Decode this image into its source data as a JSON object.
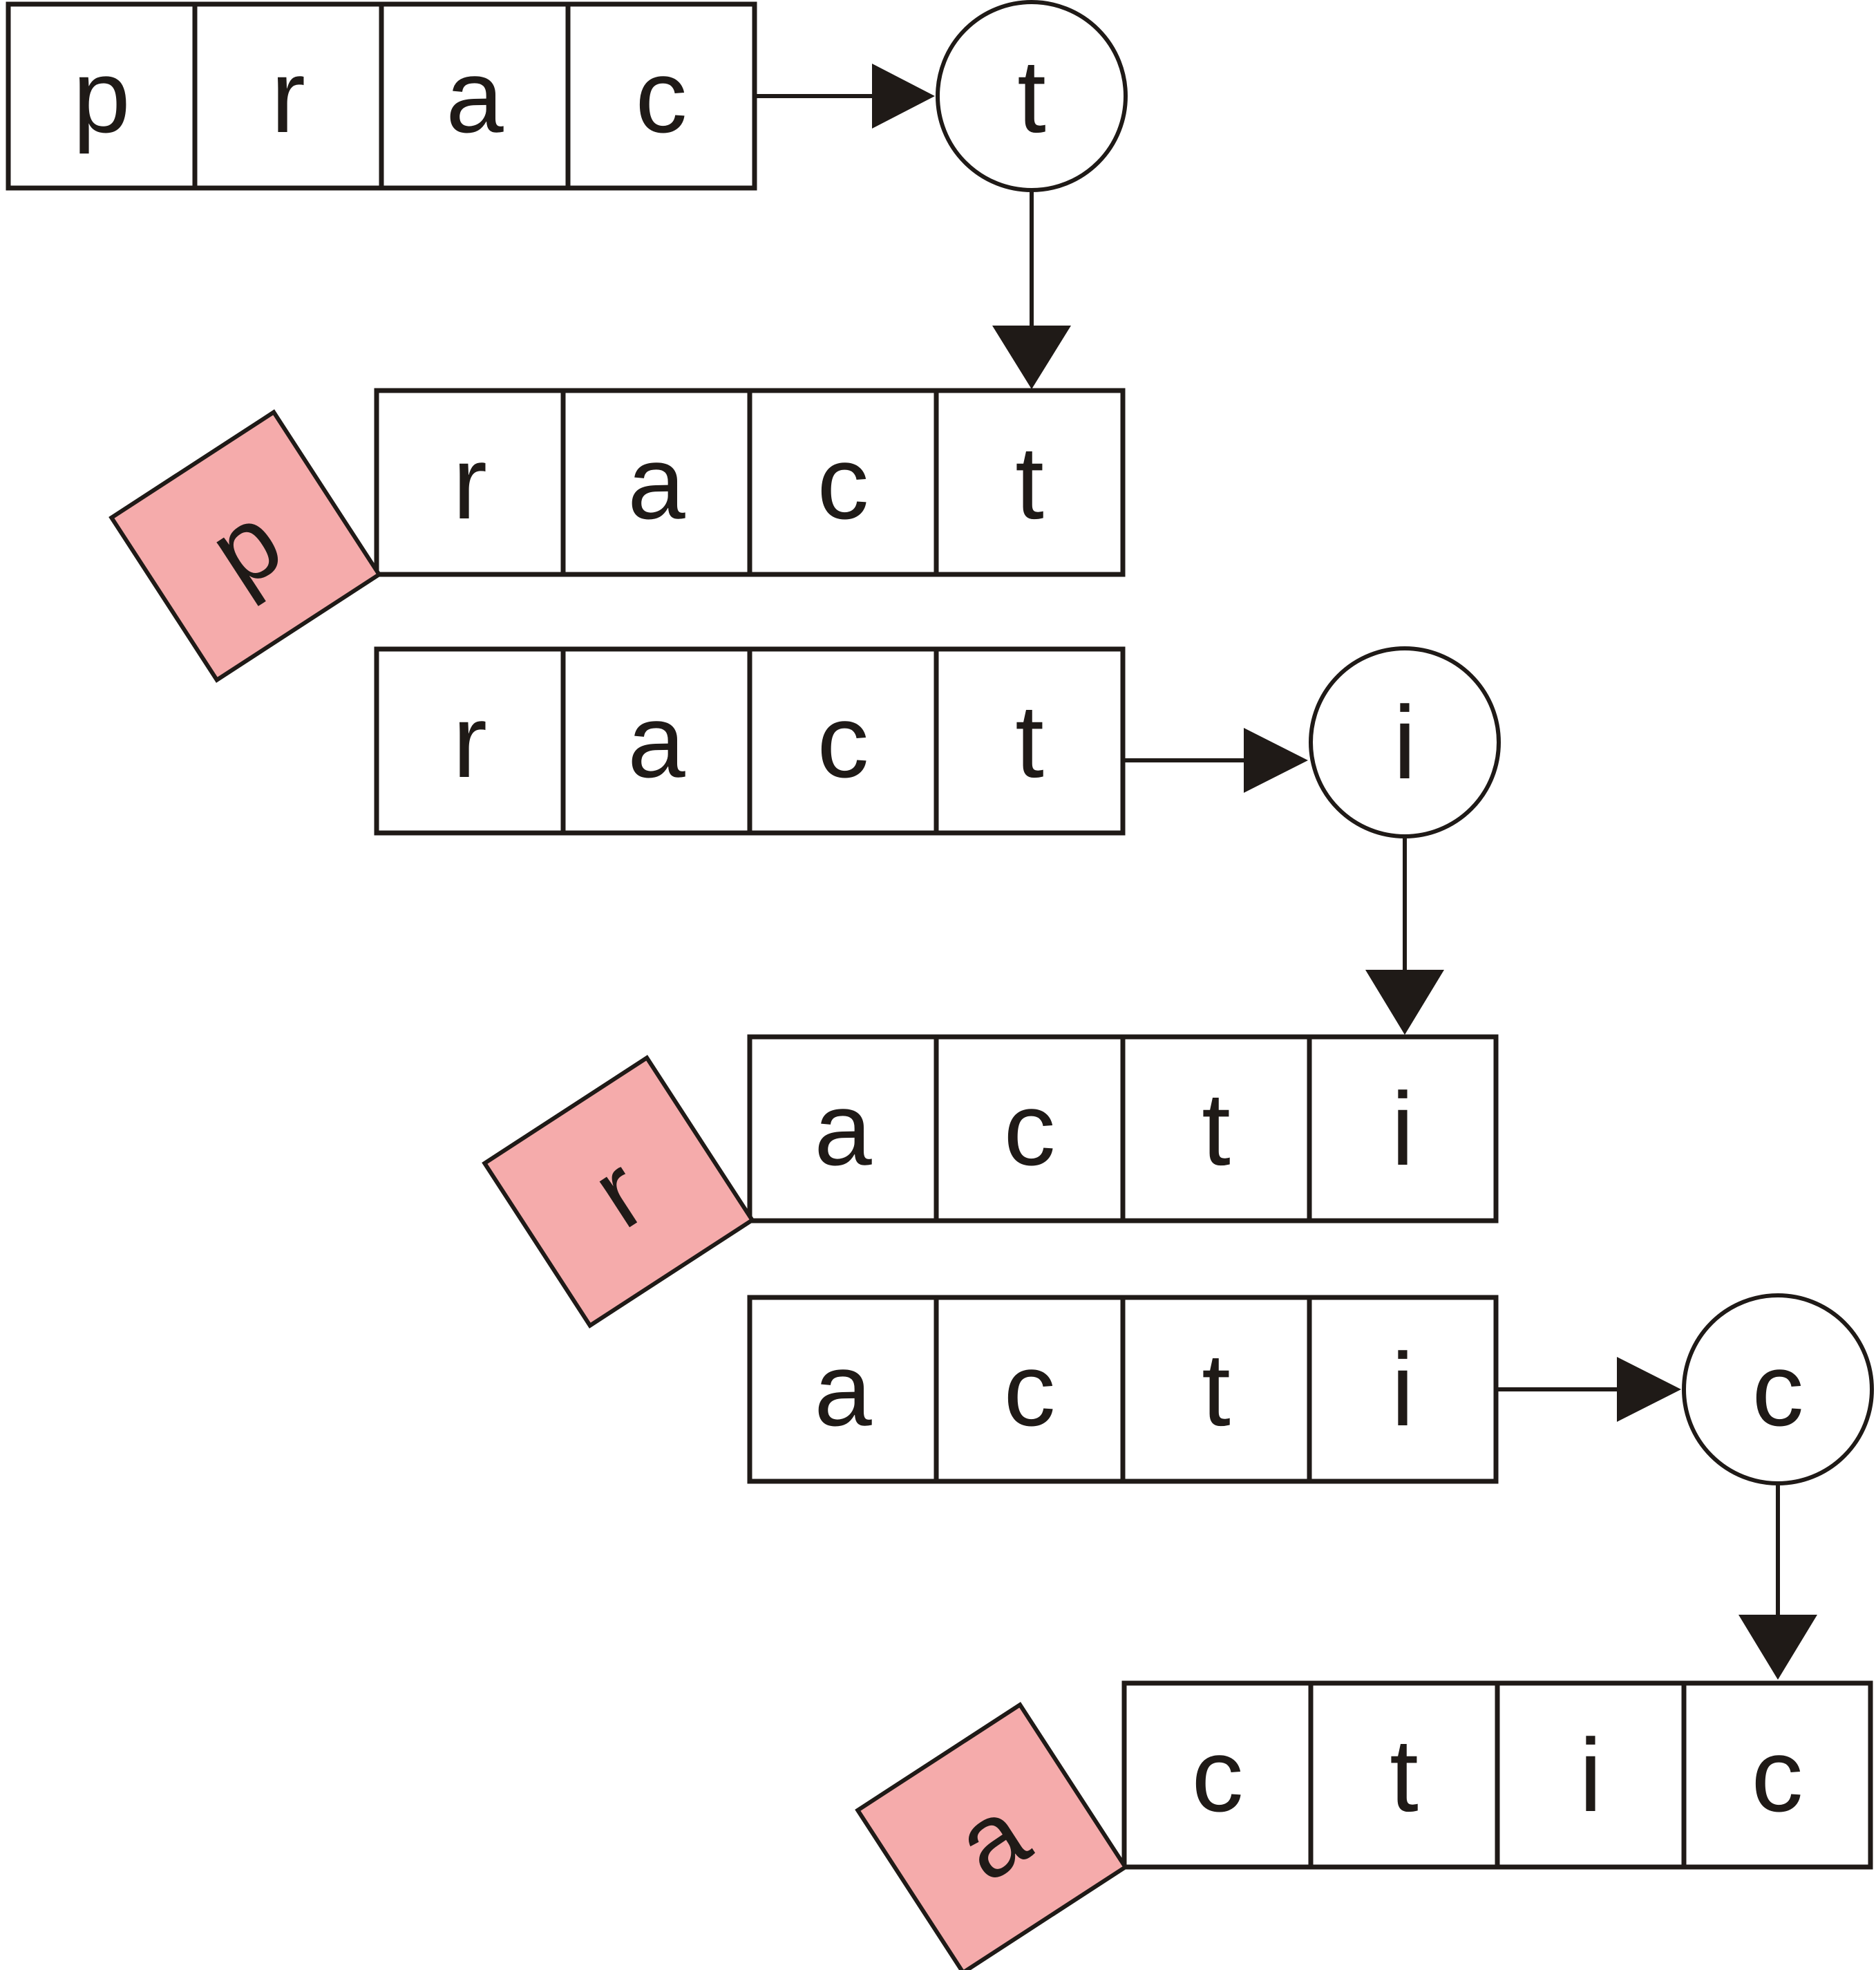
{
  "colors": {
    "stroke": "#1f1a17",
    "evicted_fill": "#f5abab",
    "cell_fill": "#ffffff"
  },
  "steps": [
    {
      "window": [
        "p",
        "r",
        "a",
        "c"
      ],
      "incoming": "t"
    },
    {
      "evicted": "p",
      "window": [
        "r",
        "a",
        "c",
        "t"
      ]
    },
    {
      "window": [
        "r",
        "a",
        "c",
        "t"
      ],
      "incoming": "i"
    },
    {
      "evicted": "r",
      "window": [
        "a",
        "c",
        "t",
        "i"
      ]
    },
    {
      "window": [
        "a",
        "c",
        "t",
        "i"
      ],
      "incoming": "c"
    },
    {
      "evicted": "a",
      "window": [
        "c",
        "t",
        "i",
        "c"
      ]
    }
  ]
}
